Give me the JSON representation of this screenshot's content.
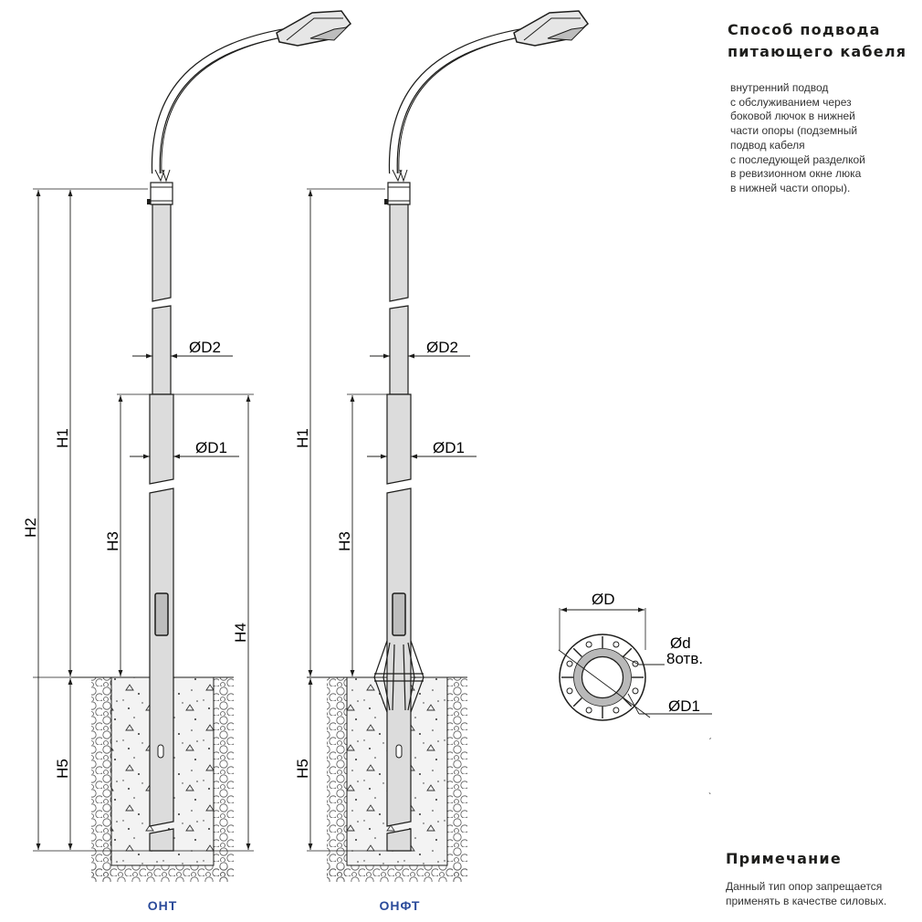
{
  "cable_supply": {
    "title_lines": [
      "Способ подвода",
      "питающего кабеля"
    ],
    "description_lines": [
      "внутренний подвод",
      "с обслуживанием через",
      "боковой лючок в нижней",
      "части опоры (подземный",
      "подвод кабеля",
      "с последующей разделкой",
      "в ревизионном окне люка",
      "в нижней части опоры)."
    ]
  },
  "note": {
    "title": "Примечание",
    "lines": [
      "Данный тип опор запрещается",
      "применять в качестве силовых."
    ]
  },
  "poles": [
    {
      "caption": "ОНТ",
      "labels": {
        "h1": "H1",
        "h2": "H2",
        "h3": "H3",
        "h4": "H4",
        "h5": "H5",
        "d1": "ØD1",
        "d2": "ØD2"
      }
    },
    {
      "caption": "ОНФТ",
      "labels": {
        "h1": "H1",
        "h3": "H3",
        "h5": "H5",
        "d1": "ØD1",
        "d2": "ØD2"
      }
    }
  ],
  "flange": {
    "label_d": "ØD",
    "label_hole": "Ød",
    "label_holes_count": "8отв.",
    "label_d1": "ØD1"
  },
  "colors": {
    "line": "#1d1d1b",
    "pole_fill": "#dcdcdc",
    "concrete_fill": "#f3f3f3",
    "caption": "#2a4a9a",
    "flange_ring": "#b9b9b9"
  }
}
